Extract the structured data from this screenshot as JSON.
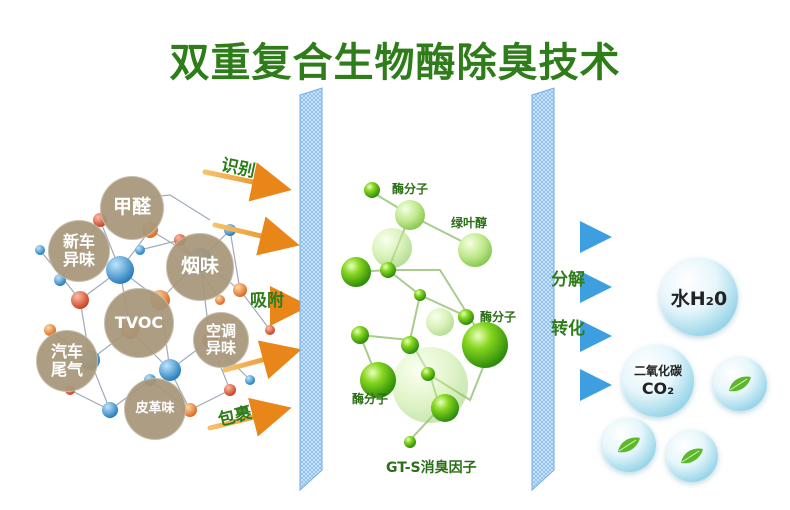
{
  "title": "双重复合生物酶除臭技术",
  "colors": {
    "title_green": "#2f7d1a",
    "arrow_orange": "#e8961c",
    "arrow_blue": "#4aa6e0",
    "filter_blue": "#7fb9e8",
    "pollutant_bubble": "#a69678",
    "molecule_green": "#7ccf2a"
  },
  "pollutants": [
    {
      "id": "formaldehyde",
      "label": "甲醛"
    },
    {
      "id": "new-car",
      "label": "新车\n异味"
    },
    {
      "id": "smoke",
      "label": "烟味"
    },
    {
      "id": "tvoc",
      "label": "TVOC"
    },
    {
      "id": "ac",
      "label": "空调\n异味"
    },
    {
      "id": "exhaust",
      "label": "汽车\n尾气"
    },
    {
      "id": "leather",
      "label": "皮革味"
    }
  ],
  "stage_labels": {
    "identify": "识别",
    "adsorb": "吸附",
    "wrap": "包裹",
    "decompose": "分解",
    "convert": "转化"
  },
  "molecule_labels": {
    "enzyme_top": "酶分子",
    "chlorophyll": "绿叶醇",
    "enzyme_right": "酶分子",
    "enzyme_left": "酶分子",
    "factor": "GT-S消臭因子"
  },
  "products": {
    "water": "水H₂0",
    "co2_name": "二氧化碳",
    "co2_formula": "CO₂"
  },
  "icons": [
    "leaf-icon",
    "leaf-icon",
    "leaf-icon"
  ]
}
